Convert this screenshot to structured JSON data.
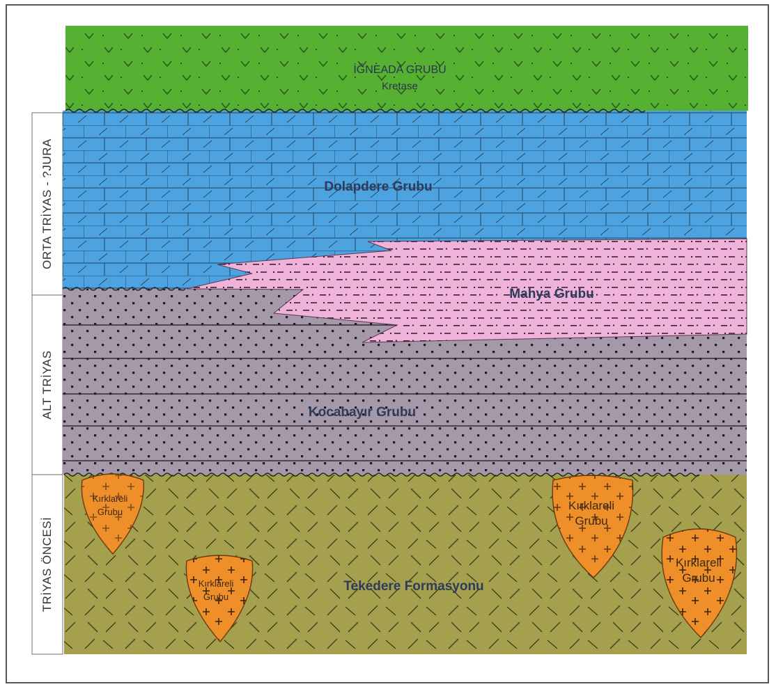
{
  "age_column": {
    "orta_triyas_jura": "ORTA TRİYAS - ?JURA",
    "alt_triyas": "ALT TRİYAS",
    "triyas_oncesi": "TRİYAS ÖNCESİ"
  },
  "units": {
    "igneada": {
      "name": "İĞNEADA GRUBU",
      "age": "Kretase"
    },
    "dolapdere": {
      "name": "Dolapdere Grubu"
    },
    "mahya": {
      "name": "Mahya Grubu"
    },
    "kocabayir": {
      "name": "Kocabayır Grubu"
    },
    "tekedere": {
      "name": "Tekedere Formasyonu"
    }
  },
  "intrusions": [
    {
      "line1": "Kırklareli",
      "line2": "Grubu"
    },
    {
      "line1": "Kırklareli",
      "line2": "Grubu"
    },
    {
      "line1": "Kırklareli",
      "line2": "Grubu"
    },
    {
      "line1": "Kırklareli",
      "line2": "Grubu"
    }
  ],
  "colors": {
    "igneada": "#56b031",
    "dolapdere": "#4da2e0",
    "mahya": "#efb2d8",
    "kocabayir": "#a598a8",
    "tekedere": "#a4a04e",
    "kirklareli": "#ef8f2a"
  }
}
